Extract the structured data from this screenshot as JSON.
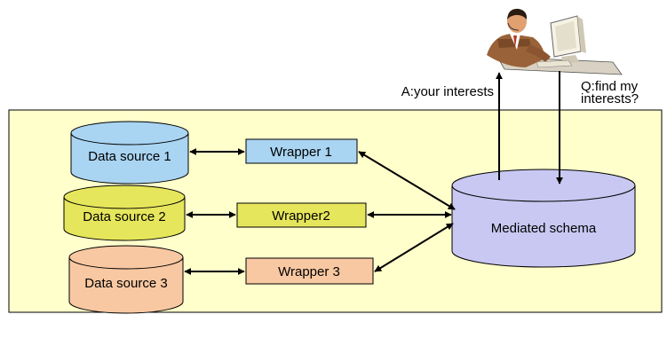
{
  "diagram": {
    "data_sources": [
      {
        "label": "Data source 1",
        "fill": "#a9d4f2"
      },
      {
        "label": "Data source 2",
        "fill": "#e6e65c"
      },
      {
        "label": "Data source 3",
        "fill": "#f8c8a2"
      }
    ],
    "wrappers": [
      {
        "label": "Wrapper 1",
        "fill": "#a9d4f2"
      },
      {
        "label": "Wrapper2",
        "fill": "#e6e65c"
      },
      {
        "label": "Wrapper 3",
        "fill": "#f8c8a2"
      }
    ],
    "mediated_schema": {
      "label": "Mediated schema",
      "fill": "#c8c8f2"
    },
    "answer_label": "A:your interests",
    "query_label_line1": "Q:find my",
    "query_label_line2": "interests?",
    "colors": {
      "panel_background": "#ffffcc",
      "stroke": "#000000"
    }
  }
}
